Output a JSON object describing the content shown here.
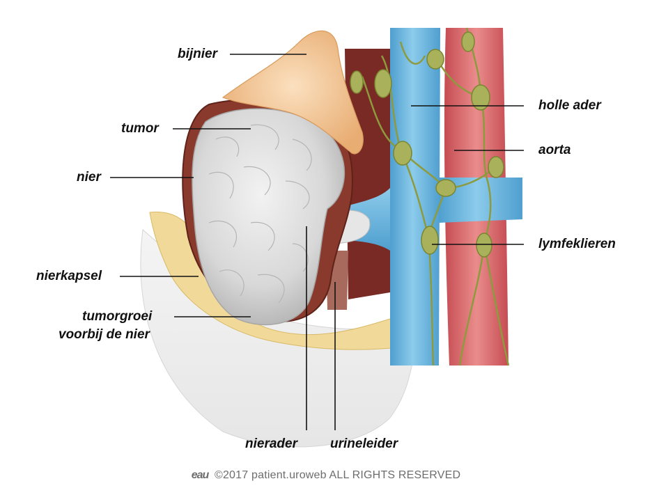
{
  "labels": {
    "bijnier": "bijnier",
    "tumor": "tumor",
    "nier": "nier",
    "nierkapsel": "nierkapsel",
    "tumorgroei_line1": "tumorgroei",
    "tumorgroei_line2": "voorbij de nier",
    "nierader": "nierader",
    "urineleider": "urineleider",
    "holle_ader": "holle ader",
    "aorta": "aorta",
    "lymfeklieren": "lymfeklieren"
  },
  "footer": {
    "logo": "eau",
    "copyright": "©2017 patient.uroweb ALL RIGHTS RESERVED"
  },
  "colors": {
    "vein_blue": "#6fb3d9",
    "artery_red": "#d9666a",
    "adrenal": "#f3c89a",
    "tumor_gray": "#dcdcdc",
    "kidney": "#8a3a2c",
    "fat": "#f1d99a",
    "lymph_green": "#a9b15a"
  }
}
